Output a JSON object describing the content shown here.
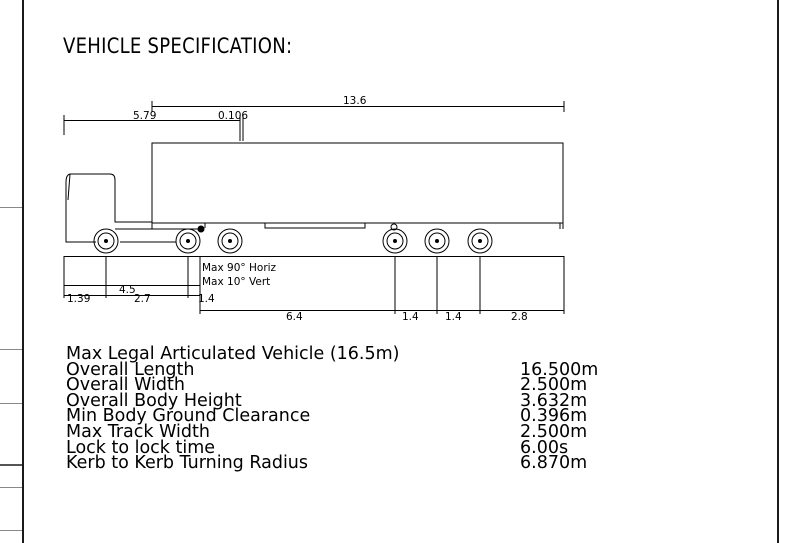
{
  "title": "VEHICLE SPECIFICATION:",
  "dimensions": {
    "overall_top": "13.6",
    "front_overhang_top": "5.79",
    "kingpin_offset": "0.106",
    "wheelbase_mid": "4.5",
    "front_overhang_bottom": "1.39",
    "wheelbase_bottom": "2.7",
    "rear_axle_gap": "1.4",
    "trailer_wheelbase": "6.4",
    "trailer_axle_1": "1.4",
    "trailer_axle_2": "1.4",
    "trailer_rear_overhang": "2.8"
  },
  "articulation": {
    "horizontal": "Max 90° Horiz",
    "vertical": "Max 10° Vert"
  },
  "specs_heading": "Max Legal Articulated Vehicle (16.5m)",
  "specs": [
    {
      "label": "Overall Length",
      "value": "16.500m"
    },
    {
      "label": "Overall Width",
      "value": "2.500m"
    },
    {
      "label": "Overall Body Height",
      "value": "3.632m"
    },
    {
      "label": "Min Body Ground Clearance",
      "value": "0.396m"
    },
    {
      "label": "Max Track Width",
      "value": "2.500m"
    },
    {
      "label": "Lock to lock time",
      "value": "6.00s"
    },
    {
      "label": "Kerb to Kerb Turning Radius",
      "value": "6.870m"
    }
  ]
}
